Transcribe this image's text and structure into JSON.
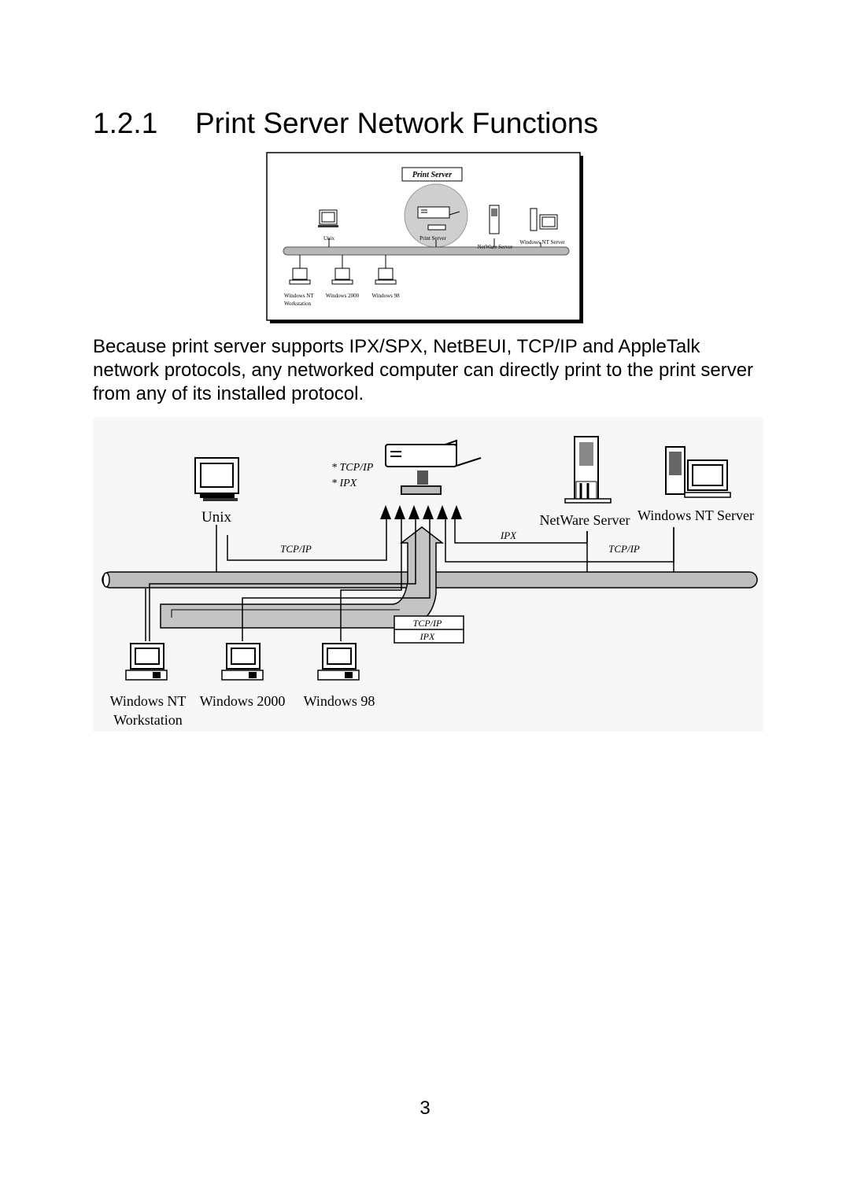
{
  "heading": {
    "number": "1.2.1",
    "title": "Print Server Network Functions"
  },
  "figure1": {
    "banner": "Print Server",
    "labels": {
      "unix": "Unix",
      "print_server": "Print Server",
      "netware_server": "NetWare Server",
      "windows_nt_server": "Windows NT Server",
      "windows_nt_workstation_l1": "Windows NT",
      "windows_nt_workstation_l2": "Workstation",
      "windows_2000": "Windows 2000",
      "windows_98": "Windows 98"
    }
  },
  "paragraph": "Because print server supports IPX/SPX, NetBEUI, TCP/IP and AppleTalk network protocols, any networked computer can directly print to the print server from any of its installed protocol.",
  "figure2": {
    "protocol_list": [
      "* TCP/IP",
      "* IPX"
    ],
    "labels": {
      "unix": "Unix",
      "netware_server": "NetWare Server",
      "windows_nt_server": "Windows NT Server",
      "windows_nt_workstation_l1": "Windows NT",
      "windows_nt_workstation_l2": "Workstation",
      "windows_2000": "Windows 2000",
      "windows_98": "Windows 98"
    },
    "link_labels": {
      "left": "TCP/IP",
      "middle": "IPX",
      "right": "TCP/IP"
    },
    "stack_box": [
      "TCP/IP",
      "IPX"
    ]
  },
  "page_number": "3"
}
